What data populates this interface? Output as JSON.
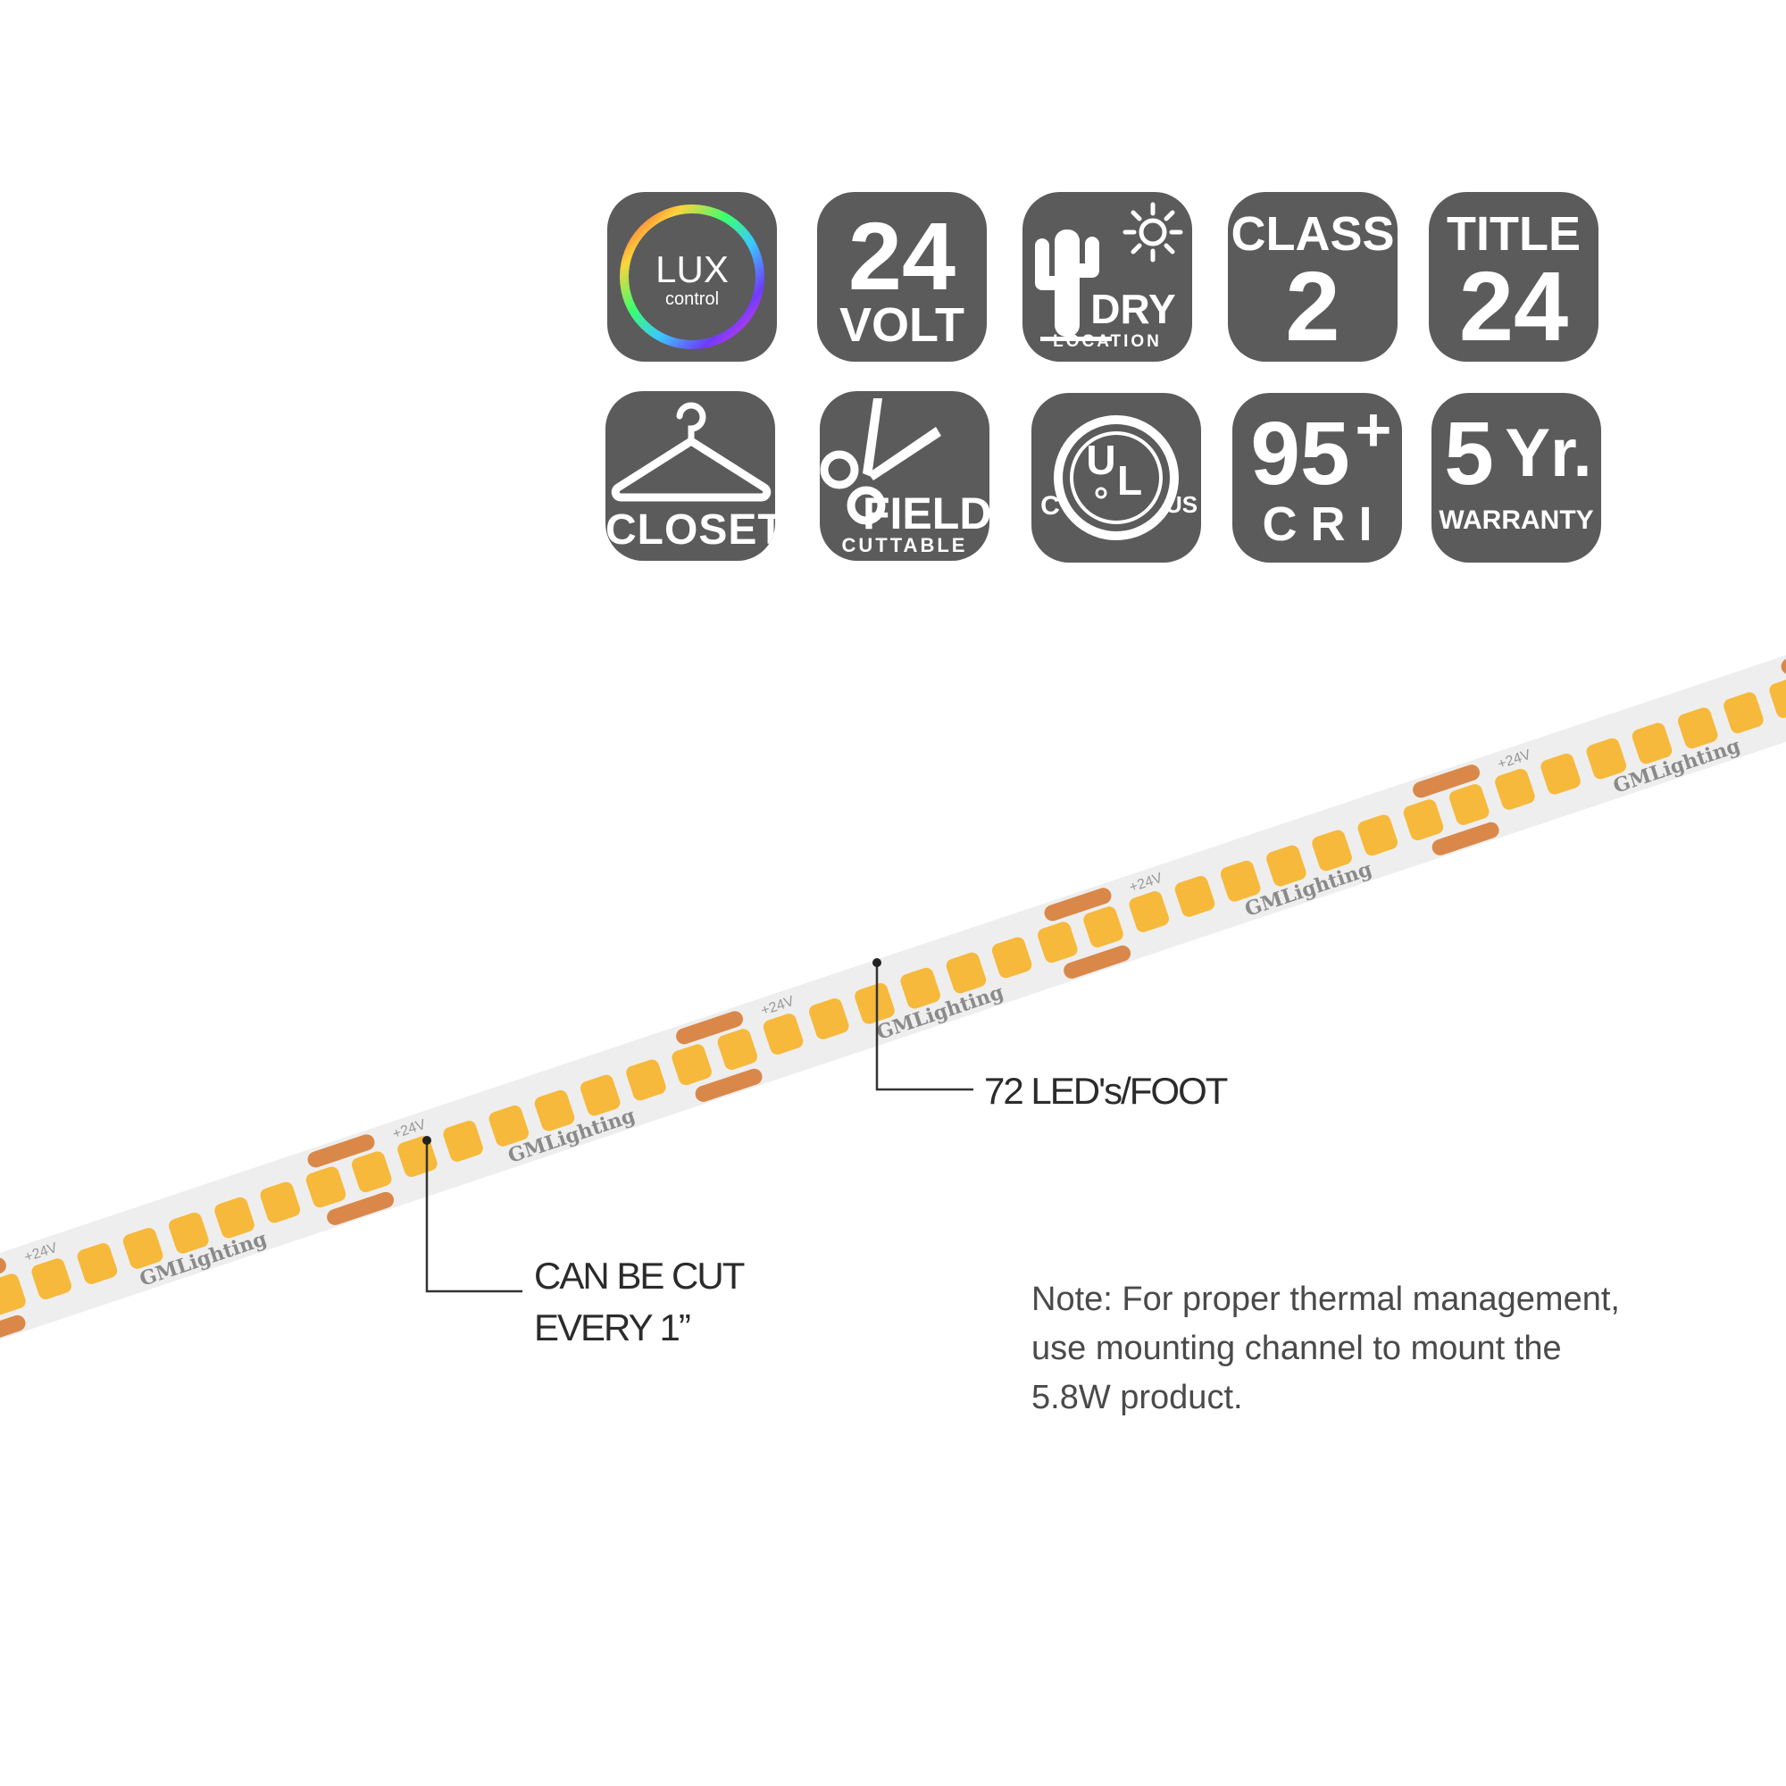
{
  "badges": {
    "lux": {
      "line1": "LUX",
      "line2": "control"
    },
    "volt": {
      "number": "24",
      "unit": "VOLT"
    },
    "dry": {
      "word": "DRY",
      "sub": "LOCATION"
    },
    "class2": {
      "line1": "CLASS",
      "line2": "2"
    },
    "title24": {
      "line1": "TITLE",
      "line2": "24"
    },
    "closet": {
      "label": "CLOSET"
    },
    "field": {
      "word": "FIELD",
      "sub": "CUTTABLE"
    },
    "ul": {
      "c": "C",
      "u": "U",
      "l": "L",
      "us": "US"
    },
    "cri": {
      "number": "95",
      "plus": "+",
      "label": "C R I"
    },
    "warranty": {
      "number": "5",
      "yr": "Yr.",
      "label": "WARRANTY"
    }
  },
  "strip": {
    "voltage_mark": "+24V",
    "brand_mark": "GMLighting"
  },
  "callouts": {
    "leds_per_foot": "72 LED's/FOOT",
    "cut_line1": "CAN BE CUT",
    "cut_line2": "EVERY 1”"
  },
  "note": {
    "line1": "Note: For proper thermal management,",
    "line2": "use mounting channel to mount the",
    "line3": "5.8W product."
  },
  "colors": {
    "badge_bg": "#5b5b5b",
    "led": "#f6b93b",
    "pad": "#d9884a",
    "strip": "#eeeeee"
  }
}
